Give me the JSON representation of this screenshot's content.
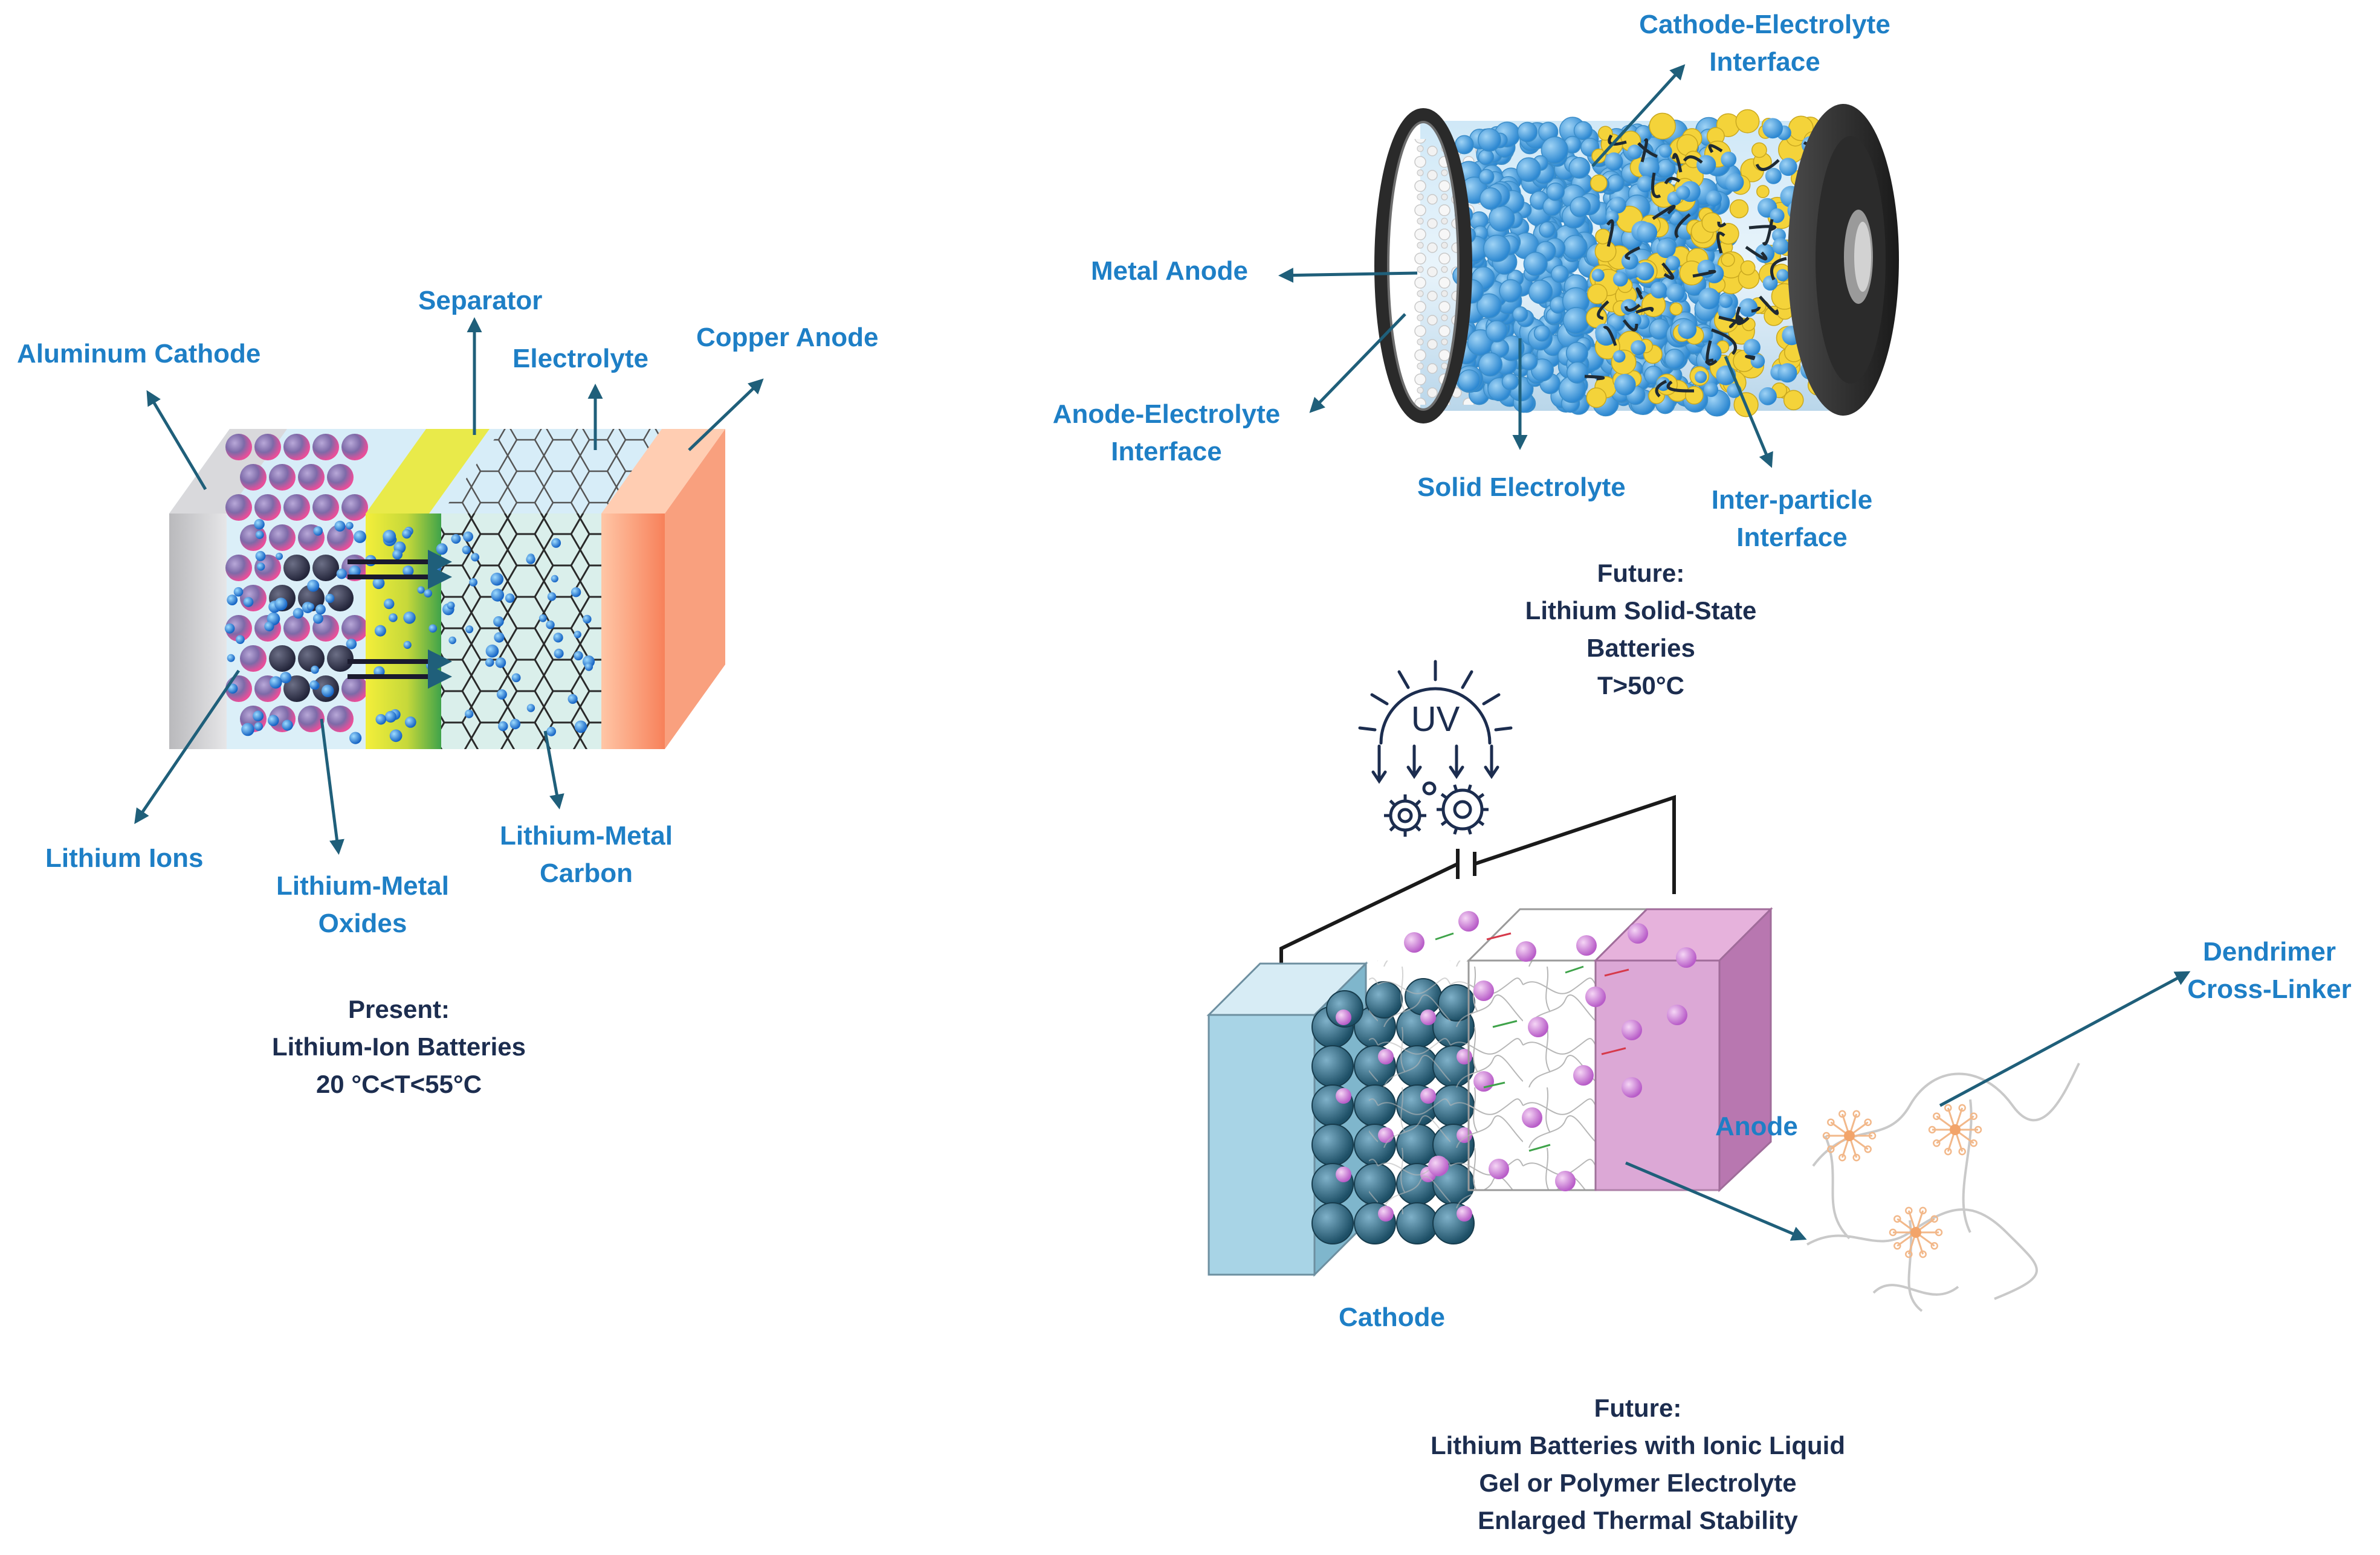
{
  "colors": {
    "label_blue": "#1e7fc6",
    "caption_navy": "#1c2d4f",
    "arrow_teal": "#1f5f7a"
  },
  "panel_present": {
    "labels": {
      "aluminum_cathode": "Aluminum Cathode",
      "separator": "Separator",
      "electrolyte": "Electrolyte",
      "copper_anode": "Copper Anode",
      "lithium_ions": "Lithium Ions",
      "lithium_metal_oxides": [
        "Lithium-Metal",
        "Oxides"
      ],
      "lithium_metal_carbon": [
        "Lithium-Metal",
        "Carbon"
      ]
    },
    "caption": [
      "Present:",
      "Lithium-Ion Batteries",
      "20 °C<T<55°C"
    ]
  },
  "panel_solid_state": {
    "labels": {
      "cathode_electrolyte_interface": [
        "Cathode-Electrolyte",
        "Interface"
      ],
      "metal_anode": "Metal Anode",
      "anode_electrolyte_interface": [
        "Anode-Electrolyte",
        "Interface"
      ],
      "solid_electrolyte": "Solid Electrolyte",
      "inter_particle_interface": [
        "Inter-particle",
        "Interface"
      ]
    },
    "caption": [
      "Future:",
      "Lithium Solid-State",
      "Batteries",
      "T>50°C"
    ]
  },
  "panel_gel_polymer": {
    "uv_label": "UV",
    "labels": {
      "dendrimer_cross_linker": [
        "Dendrimer",
        "Cross-Linker"
      ],
      "anode": "Anode",
      "cathode": "Cathode"
    },
    "caption": [
      "Future:",
      "Lithium Batteries with Ionic Liquid",
      "Gel or Polymer Electrolyte",
      "Enlarged Thermal Stability"
    ]
  }
}
